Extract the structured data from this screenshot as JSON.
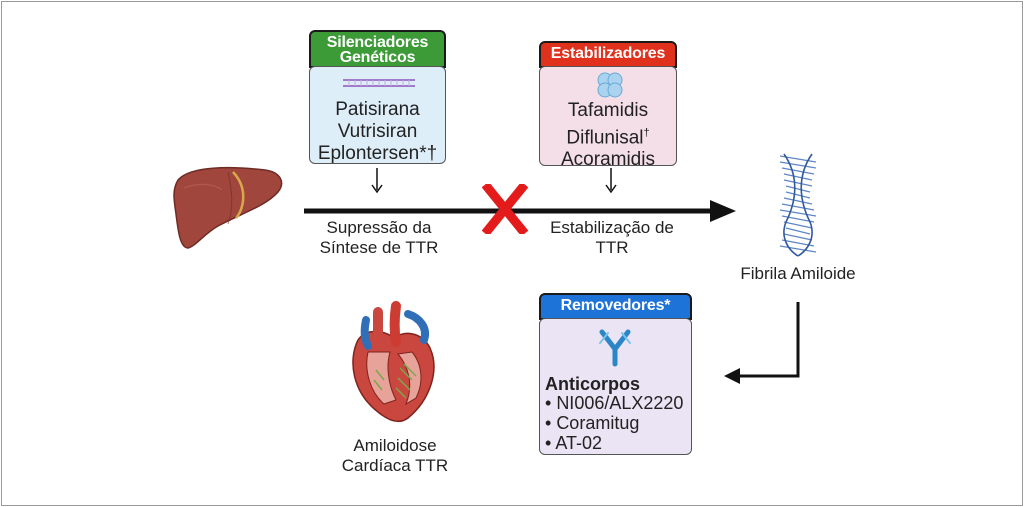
{
  "silencers": {
    "header": [
      "Silenciadores",
      "Genéticos"
    ],
    "drugs": [
      "Patisirana",
      "Vutrisiran",
      "Eplontersen*†"
    ],
    "colors": {
      "header": "#3c9a37",
      "box": "#deeef8"
    }
  },
  "stabilizers": {
    "header": "Estabilizadores",
    "drugs": [
      "Tafamidis",
      "Diflunisal",
      "Acoramidis"
    ],
    "diflunisal_mark": "†",
    "colors": {
      "header": "#e0311d",
      "box": "#f4dfe8"
    }
  },
  "removers": {
    "header": "Removedores*",
    "title": "Anticorpos",
    "items": [
      "NI006/ALX2220",
      "Coramitug",
      "AT-02"
    ],
    "colors": {
      "header": "#1e73d8",
      "box": "#ebe4f4"
    }
  },
  "labels": {
    "suppression": [
      "Supressão da",
      "Síntese de TTR"
    ],
    "stabilization": [
      "Estabilização de",
      "TTR"
    ],
    "fibril": "Fibrila Amiloide",
    "cardiac": [
      "Amiloidose",
      "Cardíaca TTR"
    ]
  },
  "icons": [
    "liver-icon",
    "rna-icon",
    "ttr-tetramer-icon",
    "amyloid-fibril-icon",
    "antibody-icon",
    "heart-icon",
    "block-x-icon"
  ],
  "accent_colors": {
    "cross": "#e31b1b",
    "arrow": "#111111"
  }
}
